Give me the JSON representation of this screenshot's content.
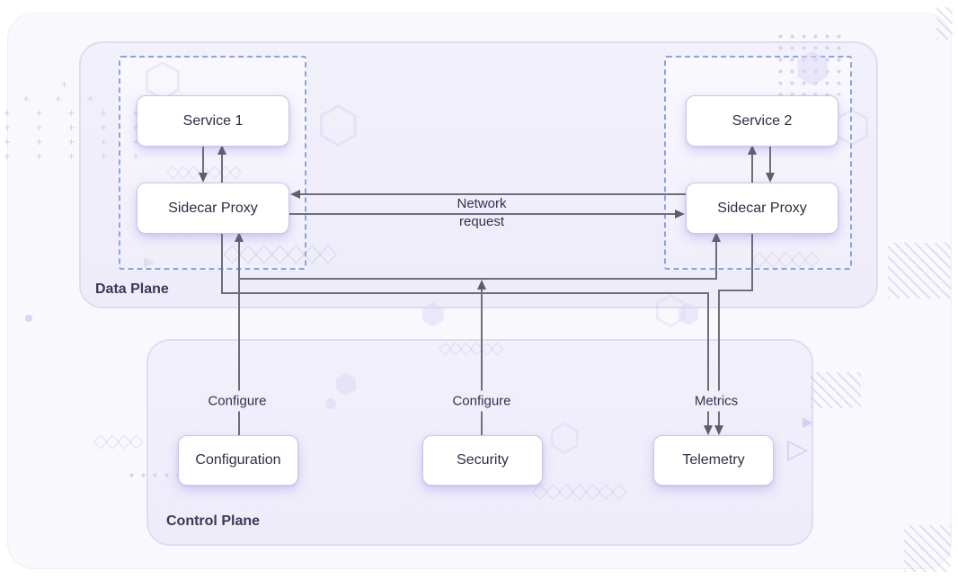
{
  "diagram": {
    "planes": {
      "data_plane": {
        "label": "Data Plane"
      },
      "control_plane": {
        "label": "Control Plane"
      }
    },
    "nodes": {
      "service1": "Service 1",
      "service2": "Service 2",
      "sidecar_left": "Sidecar Proxy",
      "sidecar_right": "Sidecar Proxy",
      "configuration": "Configuration",
      "security": "Security",
      "telemetry": "Telemetry"
    },
    "edge_labels": {
      "network_line1": "Network",
      "network_line2": "request",
      "configure_left": "Configure",
      "configure_center": "Configure",
      "metrics": "Metrics"
    },
    "colors": {
      "canvas": "#f8f8fd",
      "plane_fill": "#efeefa",
      "plane_border": "#dfdcf3",
      "dashed_border": "#8ba4df",
      "node_border": "#cbc5ee",
      "line": "#6e6e79",
      "text": "#33334d"
    }
  }
}
